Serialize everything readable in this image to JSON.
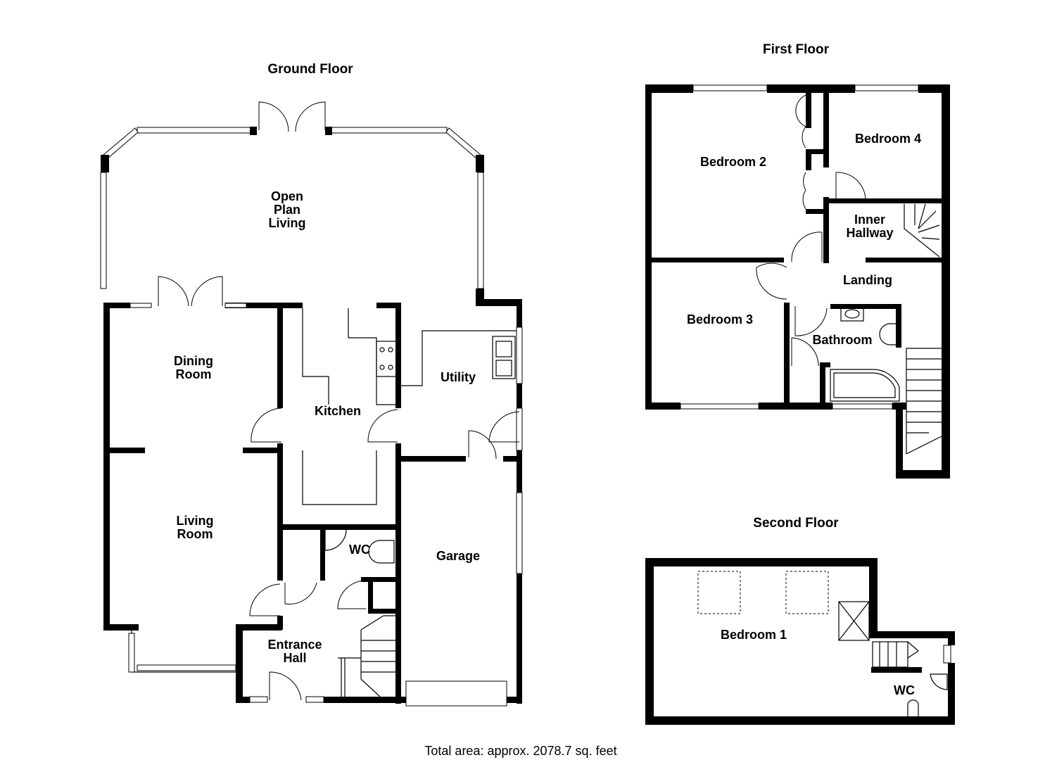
{
  "floors": {
    "ground": "Ground Floor",
    "first": "First Floor",
    "second": "Second Floor"
  },
  "rooms": {
    "open_plan_line1": "Open",
    "open_plan_line2": "Plan",
    "open_plan_line3": "Living",
    "dining_line1": "Dining",
    "dining_line2": "Room",
    "living_line1": "Living",
    "living_line2": "Room",
    "kitchen": "Kitchen",
    "utility": "Utility",
    "garage": "Garage",
    "wc_ground": "WC",
    "entrance_line1": "Entrance",
    "entrance_line2": "Hall",
    "bedroom2": "Bedroom 2",
    "bedroom3": "Bedroom 3",
    "bedroom4": "Bedroom 4",
    "inner_line1": "Inner",
    "inner_line2": "Hallway",
    "landing": "Landing",
    "bathroom": "Bathroom",
    "bedroom1": "Bedroom 1",
    "wc_second": "WC"
  },
  "footer": {
    "total_area": "Total area: approx. 2078.7 sq. feet"
  }
}
